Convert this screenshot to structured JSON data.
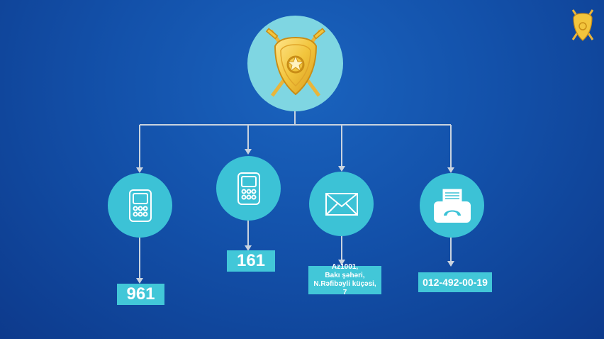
{
  "nodes": [
    {
      "id": "hotline-961",
      "icon": "mobile-phone-icon",
      "label": "961"
    },
    {
      "id": "hotline-161",
      "icon": "mobile-phone-icon",
      "label": "161"
    },
    {
      "id": "mail-address",
      "icon": "envelope-icon",
      "lines": [
        "Az1001,",
        "Bakı şəhəri,",
        "N.Rəfibəyli küçəsi, 7"
      ]
    },
    {
      "id": "fax-number",
      "icon": "fax-icon",
      "label": "012-492-00-19"
    }
  ],
  "colors": {
    "background": "#1351aa",
    "circle": "#3cc2d6",
    "top_circle": "#7fd6e2",
    "label_box": "#42c7d8",
    "connector": "#c9d3df",
    "emblem_gold": "#f2c53d"
  },
  "emblem_icon": "shield-with-swords-emblem-icon"
}
